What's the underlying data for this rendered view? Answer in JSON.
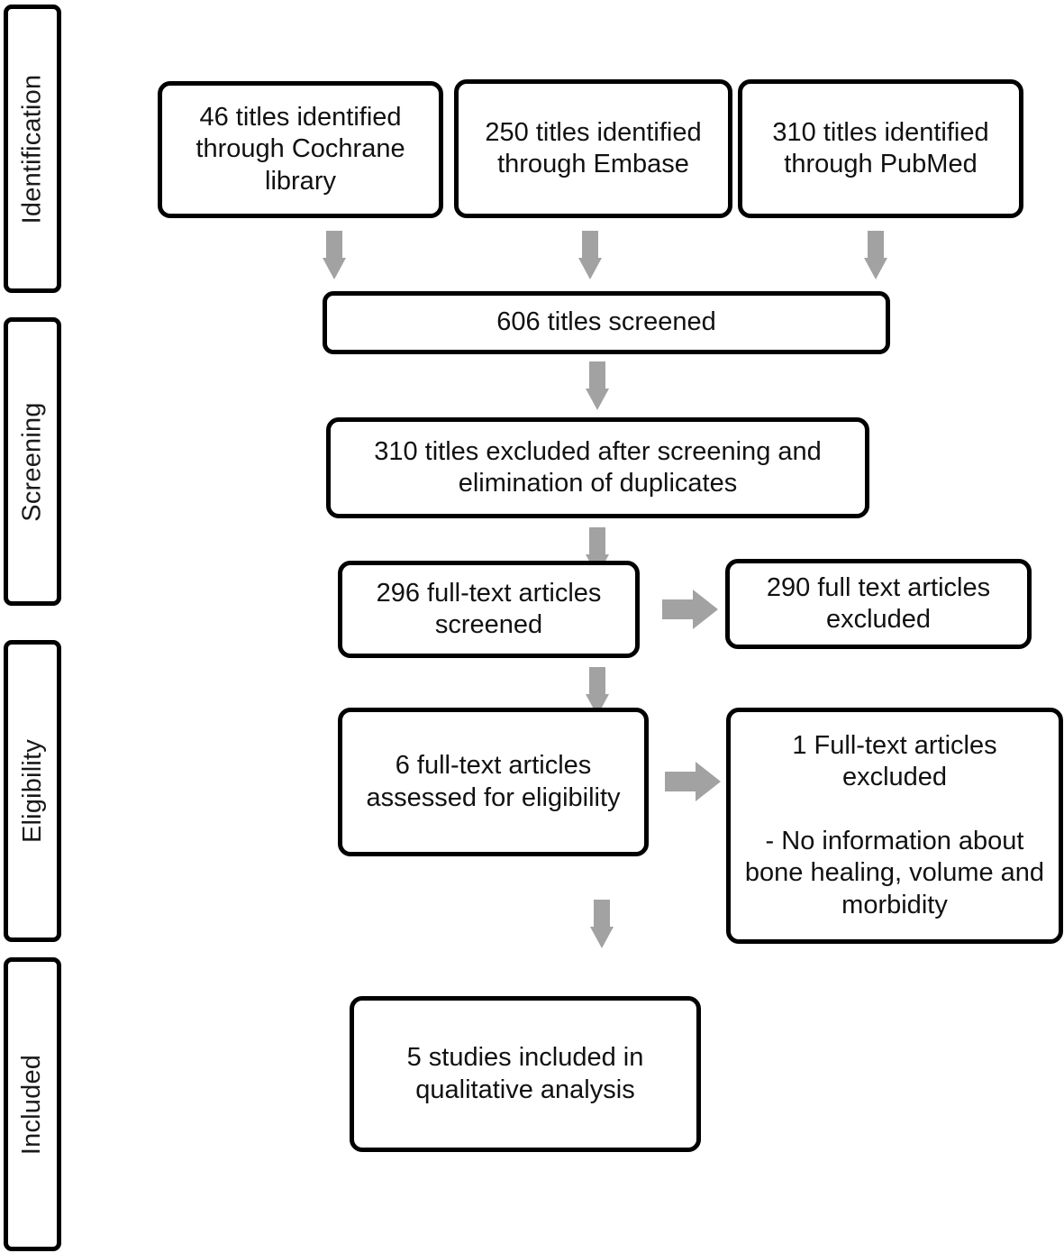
{
  "diagram": {
    "type": "prisma-flow-diagram",
    "arrow_color": "#a2a2a2",
    "box_border_color": "#000000",
    "background_color": "#ffffff"
  },
  "stages": [
    {
      "label": "Identification"
    },
    {
      "label": "Screening"
    },
    {
      "label": "Eligibility"
    },
    {
      "label": "Included"
    }
  ],
  "nodes": {
    "source_cochrane": "46 titles identified through Cochrane library",
    "source_embase": "250 titles identified through Embase",
    "source_pubmed": "310 titles identified through PubMed",
    "titles_screened": "606 titles screened",
    "titles_excluded": "310 titles excluded after screening and elimination of duplicates",
    "fulltext_screened": "296 full-text articles screened",
    "fulltext_excluded": "290 full text articles excluded",
    "fulltext_assessed": "6 full-text articles assessed for eligibility",
    "fulltext_excluded_reason": "1 Full-text articles excluded\n\n- No information about bone healing, volume and morbidity",
    "studies_included": "5 studies included in qualitative analysis"
  },
  "counts": {
    "cochrane": 46,
    "embase": 250,
    "pubmed": 310,
    "titles_screened": 606,
    "titles_excluded": 310,
    "fulltext_screened": 296,
    "fulltext_excluded": 290,
    "fulltext_assessed": 6,
    "fulltext_excluded_eligibility": 1,
    "studies_included": 5
  }
}
